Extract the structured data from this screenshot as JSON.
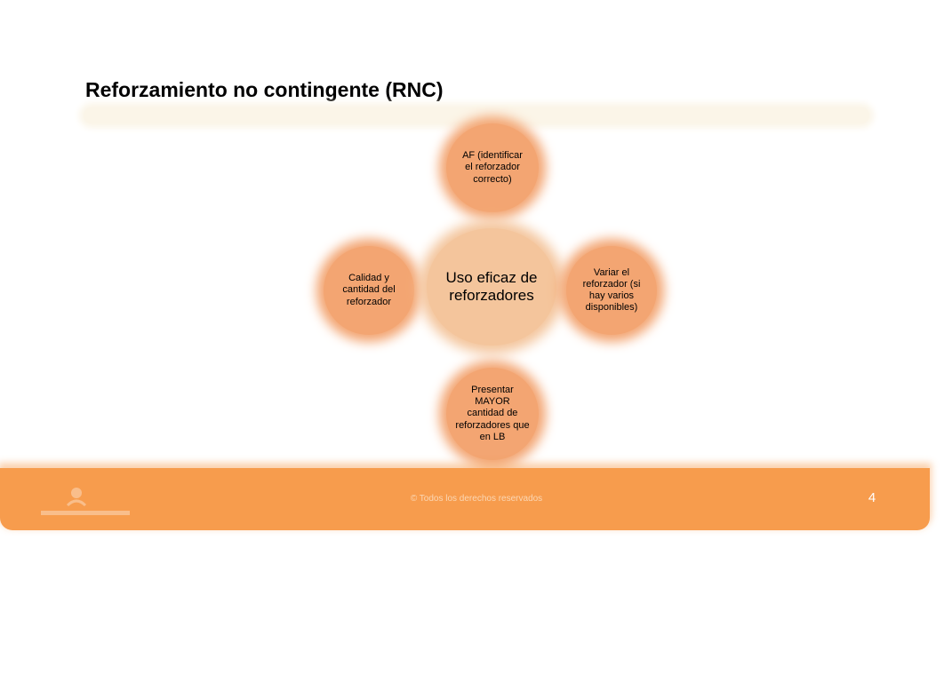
{
  "slide": {
    "title": "Reforzamiento no contingente (RNC)"
  },
  "diagram": {
    "center": "Uso eficaz de reforzadores",
    "top": "AF (identificar el reforzador correcto)",
    "left": "Calidad y cantidad del reforzador",
    "right": "Variar el reforzador (si hay varios disponibles)",
    "bottom": "Presentar MAYOR cantidad de reforzadores que en LB"
  },
  "footer": {
    "copyright": "© Todos los derechos reservados",
    "page_number": "4"
  },
  "colors": {
    "center_node": "#f4c59c",
    "outer_node": "#f3a572",
    "footer_bar": "#f79c4d"
  }
}
